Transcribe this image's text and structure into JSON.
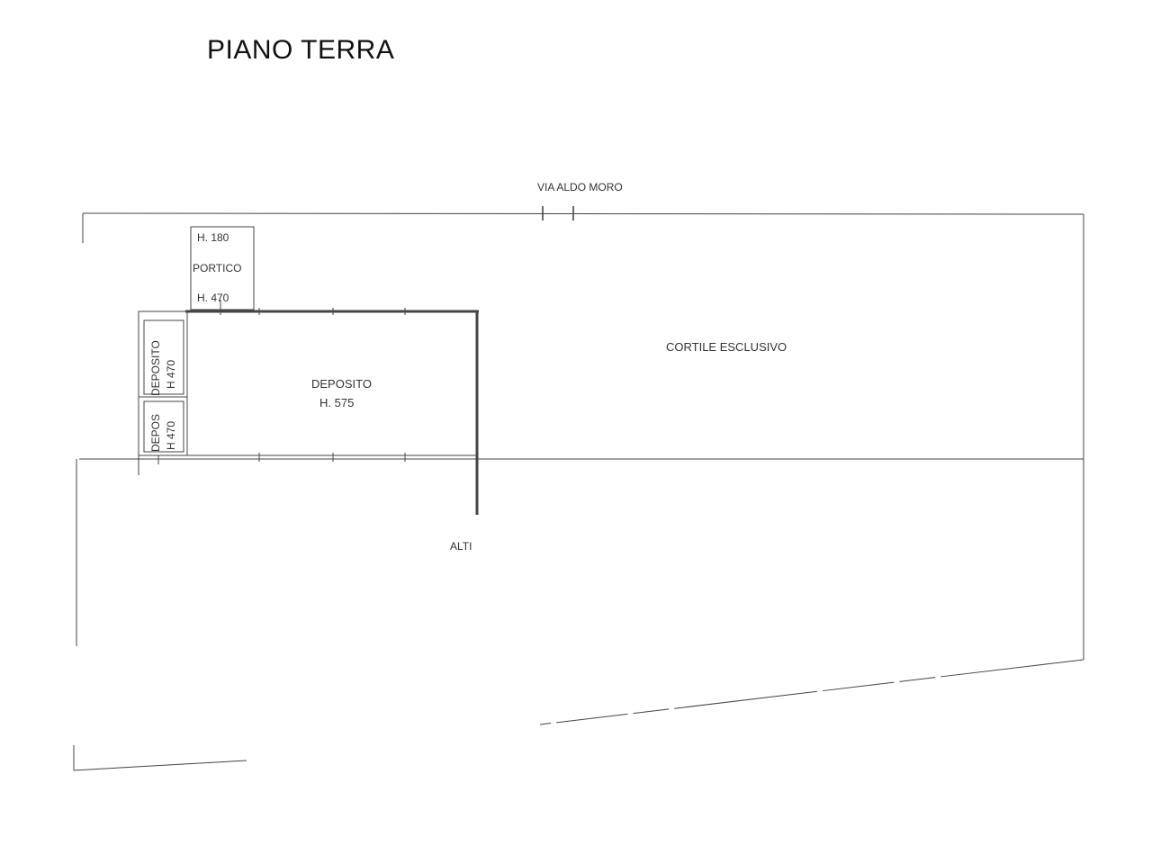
{
  "title": "PIANO TERRA",
  "labels": {
    "street": "VIA ALDO MORO",
    "courtyard": "CORTILE ESCLUSIVO",
    "deposito_main": "DEPOSITO",
    "deposito_main_height": "H. 575",
    "portico": "PORTICO",
    "portico_height_top": "H. 180",
    "portico_height_bottom": "H. 470",
    "deposito_small_1": "DEPOSITO",
    "deposito_small_1_height": "H 470",
    "deposito_small_2": "DEPOS",
    "deposito_small_2_height": "H 470",
    "other_property": "ALTI"
  },
  "colors": {
    "line": "#444444",
    "text": "#333333"
  }
}
